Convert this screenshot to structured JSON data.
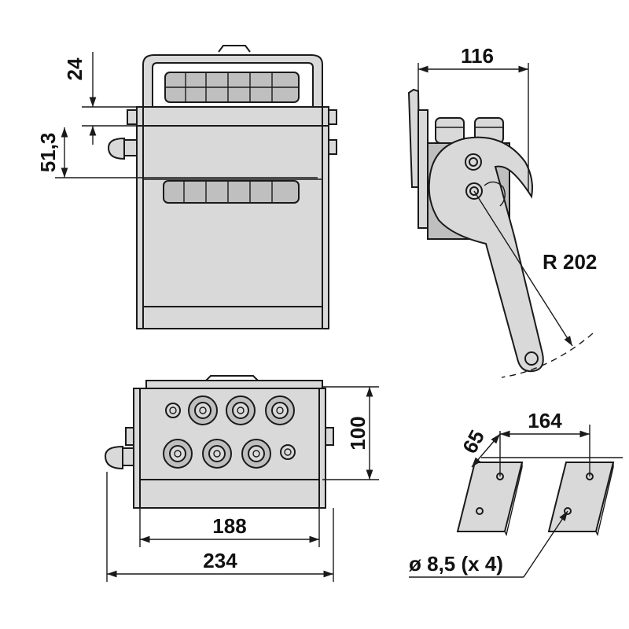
{
  "dimensions": {
    "top_offset": "24",
    "band_height": "51,3",
    "side_depth": "116",
    "radius": "R 202",
    "front_height": "100",
    "hole_spacing": "188",
    "overall_width": "234",
    "bracket_spacing": "164",
    "bracket_offset": "65",
    "hole_diameter": "ø 8,5 (x 4)"
  }
}
